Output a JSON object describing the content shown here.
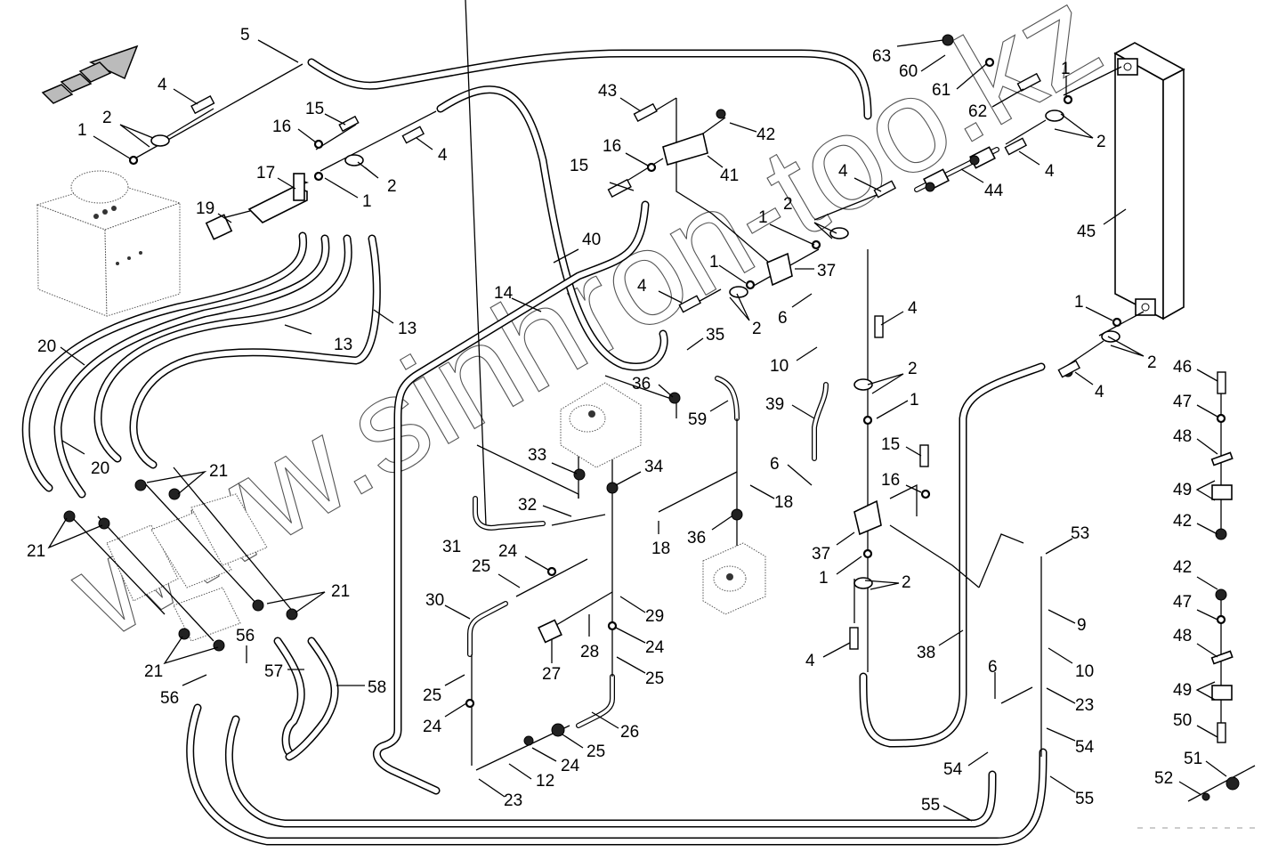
{
  "diagram": {
    "type": "exploded-parts-diagram",
    "subject": "hydraulic hose and pipe routing",
    "watermark": "www.sinhron-too.kz",
    "direction_indicator": "forward-arrow",
    "components": [
      {
        "name": "hydraulic-tank",
        "label": ""
      },
      {
        "name": "control-valve-block",
        "label": ""
      },
      {
        "name": "hydraulic-pump",
        "label": ""
      },
      {
        "name": "drive-motor",
        "label": ""
      },
      {
        "name": "oil-cooler",
        "label": "45"
      }
    ],
    "callouts": [
      {
        "id": "c5",
        "text": "5"
      },
      {
        "id": "c4a",
        "text": "4"
      },
      {
        "id": "c2a",
        "text": "2"
      },
      {
        "id": "c1a",
        "text": "1"
      },
      {
        "id": "c15a",
        "text": "15"
      },
      {
        "id": "c16a",
        "text": "16"
      },
      {
        "id": "c4b",
        "text": "4"
      },
      {
        "id": "c17",
        "text": "17"
      },
      {
        "id": "c2b",
        "text": "2"
      },
      {
        "id": "c1b",
        "text": "1"
      },
      {
        "id": "c19",
        "text": "19"
      },
      {
        "id": "c13a",
        "text": "13"
      },
      {
        "id": "c13b",
        "text": "13"
      },
      {
        "id": "c20a",
        "text": "20"
      },
      {
        "id": "c20b",
        "text": "20"
      },
      {
        "id": "c21a",
        "text": "21"
      },
      {
        "id": "c21b",
        "text": "21"
      },
      {
        "id": "c21c",
        "text": "21"
      },
      {
        "id": "c21d",
        "text": "21"
      },
      {
        "id": "c56a",
        "text": "56"
      },
      {
        "id": "c56b",
        "text": "56"
      },
      {
        "id": "c57",
        "text": "57"
      },
      {
        "id": "c58",
        "text": "58"
      },
      {
        "id": "c43",
        "text": "43"
      },
      {
        "id": "c42a",
        "text": "42"
      },
      {
        "id": "c16b",
        "text": "16"
      },
      {
        "id": "c41",
        "text": "41"
      },
      {
        "id": "c15b",
        "text": "15"
      },
      {
        "id": "c40",
        "text": "40"
      },
      {
        "id": "c14",
        "text": "14"
      },
      {
        "id": "c4c",
        "text": "4"
      },
      {
        "id": "c1c",
        "text": "1"
      },
      {
        "id": "c2c",
        "text": "2"
      },
      {
        "id": "c37a",
        "text": "37"
      },
      {
        "id": "c6a",
        "text": "6"
      },
      {
        "id": "c35",
        "text": "35"
      },
      {
        "id": "c36a",
        "text": "36"
      },
      {
        "id": "c59",
        "text": "59"
      },
      {
        "id": "c33",
        "text": "33"
      },
      {
        "id": "c34",
        "text": "34"
      },
      {
        "id": "c32",
        "text": "32"
      },
      {
        "id": "c31",
        "text": "31"
      },
      {
        "id": "c18a",
        "text": "18"
      },
      {
        "id": "c18b",
        "text": "18"
      },
      {
        "id": "c36b",
        "text": "36"
      },
      {
        "id": "c24a",
        "text": "24"
      },
      {
        "id": "c25a",
        "text": "25"
      },
      {
        "id": "c30",
        "text": "30"
      },
      {
        "id": "c29",
        "text": "29"
      },
      {
        "id": "c28",
        "text": "28"
      },
      {
        "id": "c27",
        "text": "27"
      },
      {
        "id": "c24b",
        "text": "24"
      },
      {
        "id": "c25b",
        "text": "25"
      },
      {
        "id": "c25c",
        "text": "25"
      },
      {
        "id": "c24c",
        "text": "24"
      },
      {
        "id": "c26",
        "text": "26"
      },
      {
        "id": "c25d",
        "text": "25"
      },
      {
        "id": "c24d",
        "text": "24"
      },
      {
        "id": "c12",
        "text": "12"
      },
      {
        "id": "c23a",
        "text": "23"
      },
      {
        "id": "c63",
        "text": "63"
      },
      {
        "id": "c60",
        "text": "60"
      },
      {
        "id": "c61",
        "text": "61"
      },
      {
        "id": "c62",
        "text": "62"
      },
      {
        "id": "c1d",
        "text": "1"
      },
      {
        "id": "c2d",
        "text": "2"
      },
      {
        "id": "c4d",
        "text": "4"
      },
      {
        "id": "c44",
        "text": "44"
      },
      {
        "id": "c4e",
        "text": "4"
      },
      {
        "id": "c2e",
        "text": "2"
      },
      {
        "id": "c1e",
        "text": "1"
      },
      {
        "id": "c45",
        "text": "45"
      },
      {
        "id": "c4f",
        "text": "4"
      },
      {
        "id": "c10a",
        "text": "10"
      },
      {
        "id": "c2f",
        "text": "2"
      },
      {
        "id": "c1f",
        "text": "1"
      },
      {
        "id": "c39",
        "text": "39"
      },
      {
        "id": "c6b",
        "text": "6"
      },
      {
        "id": "c15c",
        "text": "15"
      },
      {
        "id": "c16c",
        "text": "16"
      },
      {
        "id": "c37b",
        "text": "37"
      },
      {
        "id": "c1g",
        "text": "1"
      },
      {
        "id": "c2g",
        "text": "2"
      },
      {
        "id": "c4g",
        "text": "4"
      },
      {
        "id": "c38",
        "text": "38"
      },
      {
        "id": "c1h",
        "text": "1"
      },
      {
        "id": "c2h",
        "text": "2"
      },
      {
        "id": "c4h",
        "text": "4"
      },
      {
        "id": "c53",
        "text": "53"
      },
      {
        "id": "c9",
        "text": "9"
      },
      {
        "id": "c10b",
        "text": "10"
      },
      {
        "id": "c6c",
        "text": "6"
      },
      {
        "id": "c23b",
        "text": "23"
      },
      {
        "id": "c54a",
        "text": "54"
      },
      {
        "id": "c54b",
        "text": "54"
      },
      {
        "id": "c55a",
        "text": "55"
      },
      {
        "id": "c55b",
        "text": "55"
      },
      {
        "id": "c46",
        "text": "46"
      },
      {
        "id": "c47a",
        "text": "47"
      },
      {
        "id": "c48a",
        "text": "48"
      },
      {
        "id": "c49a",
        "text": "49"
      },
      {
        "id": "c42b",
        "text": "42"
      },
      {
        "id": "c42c",
        "text": "42"
      },
      {
        "id": "c47b",
        "text": "47"
      },
      {
        "id": "c48b",
        "text": "48"
      },
      {
        "id": "c49b",
        "text": "49"
      },
      {
        "id": "c50",
        "text": "50"
      },
      {
        "id": "c51",
        "text": "51"
      },
      {
        "id": "c52",
        "text": "52"
      }
    ]
  }
}
